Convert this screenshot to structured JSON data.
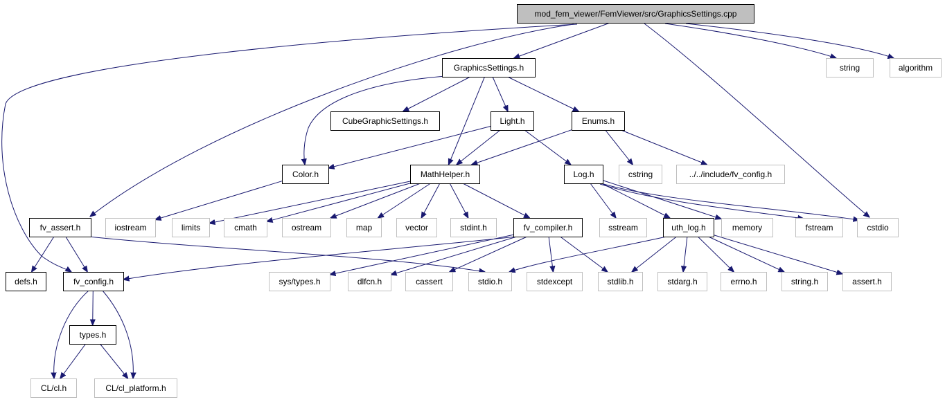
{
  "graph": {
    "colors": {
      "edge": "#191970",
      "root_fill": "#bfbfbf",
      "file_border": "#000000",
      "system_border": "#bfbfbf",
      "text": "#000000"
    },
    "nodes": [
      {
        "id": "root",
        "label": "mod_fem_viewer/FemViewer/src/GraphicsSettings.cpp",
        "kind": "root"
      },
      {
        "id": "graphicssettings",
        "label": "GraphicsSettings.h",
        "kind": "file"
      },
      {
        "id": "string",
        "label": "string",
        "kind": "system"
      },
      {
        "id": "algorithm",
        "label": "algorithm",
        "kind": "system"
      },
      {
        "id": "cubegraphicsettings",
        "label": "CubeGraphicSettings.h",
        "kind": "file"
      },
      {
        "id": "lighth",
        "label": "Light.h",
        "kind": "file"
      },
      {
        "id": "enumsh",
        "label": "Enums.h",
        "kind": "file"
      },
      {
        "id": "colorh",
        "label": "Color.h",
        "kind": "file"
      },
      {
        "id": "mathhelper",
        "label": "MathHelper.h",
        "kind": "file"
      },
      {
        "id": "logh",
        "label": "Log.h",
        "kind": "file"
      },
      {
        "id": "cstring",
        "label": "cstring",
        "kind": "system"
      },
      {
        "id": "fvconfiginc",
        "label": "../../include/fv_config.h",
        "kind": "system"
      },
      {
        "id": "fvassert",
        "label": "fv_assert.h",
        "kind": "file"
      },
      {
        "id": "iostream",
        "label": "iostream",
        "kind": "system"
      },
      {
        "id": "limits",
        "label": "limits",
        "kind": "system"
      },
      {
        "id": "cmath",
        "label": "cmath",
        "kind": "system"
      },
      {
        "id": "ostream",
        "label": "ostream",
        "kind": "system"
      },
      {
        "id": "map",
        "label": "map",
        "kind": "system"
      },
      {
        "id": "vector",
        "label": "vector",
        "kind": "system"
      },
      {
        "id": "stdint",
        "label": "stdint.h",
        "kind": "system"
      },
      {
        "id": "fvcompiler",
        "label": "fv_compiler.h",
        "kind": "file"
      },
      {
        "id": "sstream",
        "label": "sstream",
        "kind": "system"
      },
      {
        "id": "uthlog",
        "label": "uth_log.h",
        "kind": "file"
      },
      {
        "id": "memory",
        "label": "memory",
        "kind": "system"
      },
      {
        "id": "fstream",
        "label": "fstream",
        "kind": "system"
      },
      {
        "id": "cstdio",
        "label": "cstdio",
        "kind": "system"
      },
      {
        "id": "defsh",
        "label": "defs.h",
        "kind": "file"
      },
      {
        "id": "fvconfig",
        "label": "fv_config.h",
        "kind": "file"
      },
      {
        "id": "systypes",
        "label": "sys/types.h",
        "kind": "system"
      },
      {
        "id": "dlfcn",
        "label": "dlfcn.h",
        "kind": "system"
      },
      {
        "id": "cassert",
        "label": "cassert",
        "kind": "system"
      },
      {
        "id": "stdioh",
        "label": "stdio.h",
        "kind": "system"
      },
      {
        "id": "stdexcept",
        "label": "stdexcept",
        "kind": "system"
      },
      {
        "id": "stdlib",
        "label": "stdlib.h",
        "kind": "system"
      },
      {
        "id": "stdarg",
        "label": "stdarg.h",
        "kind": "system"
      },
      {
        "id": "errno",
        "label": "errno.h",
        "kind": "system"
      },
      {
        "id": "stringh",
        "label": "string.h",
        "kind": "system"
      },
      {
        "id": "asserth",
        "label": "assert.h",
        "kind": "system"
      },
      {
        "id": "typesh",
        "label": "types.h",
        "kind": "file"
      },
      {
        "id": "clcl",
        "label": "CL/cl.h",
        "kind": "system"
      },
      {
        "id": "clplatform",
        "label": "CL/cl_platform.h",
        "kind": "system"
      }
    ],
    "edges": [
      [
        "root",
        "graphicssettings"
      ],
      [
        "root",
        "string"
      ],
      [
        "root",
        "algorithm"
      ],
      [
        "root",
        "cstdio"
      ],
      [
        "root",
        "fvassert"
      ],
      [
        "root",
        "fvconfig"
      ],
      [
        "graphicssettings",
        "colorh"
      ],
      [
        "graphicssettings",
        "cubegraphicsettings"
      ],
      [
        "graphicssettings",
        "mathhelper"
      ],
      [
        "graphicssettings",
        "lighth"
      ],
      [
        "graphicssettings",
        "enumsh"
      ],
      [
        "lighth",
        "colorh"
      ],
      [
        "lighth",
        "mathhelper"
      ],
      [
        "lighth",
        "logh"
      ],
      [
        "enumsh",
        "mathhelper"
      ],
      [
        "enumsh",
        "cstring"
      ],
      [
        "enumsh",
        "fvconfiginc"
      ],
      [
        "colorh",
        "iostream"
      ],
      [
        "mathhelper",
        "limits"
      ],
      [
        "mathhelper",
        "cmath"
      ],
      [
        "mathhelper",
        "ostream"
      ],
      [
        "mathhelper",
        "map"
      ],
      [
        "mathhelper",
        "vector"
      ],
      [
        "mathhelper",
        "stdint"
      ],
      [
        "mathhelper",
        "fvcompiler"
      ],
      [
        "logh",
        "sstream"
      ],
      [
        "logh",
        "uthlog"
      ],
      [
        "logh",
        "memory"
      ],
      [
        "logh",
        "fstream"
      ],
      [
        "logh",
        "cstdio"
      ],
      [
        "fvassert",
        "defsh"
      ],
      [
        "fvassert",
        "fvconfig"
      ],
      [
        "fvassert",
        "stdioh"
      ],
      [
        "fvcompiler",
        "fvconfig"
      ],
      [
        "fvcompiler",
        "systypes"
      ],
      [
        "fvcompiler",
        "dlfcn"
      ],
      [
        "fvcompiler",
        "cassert"
      ],
      [
        "fvcompiler",
        "stdexcept"
      ],
      [
        "fvcompiler",
        "stdlib"
      ],
      [
        "uthlog",
        "stdioh"
      ],
      [
        "uthlog",
        "stdlib"
      ],
      [
        "uthlog",
        "stdarg"
      ],
      [
        "uthlog",
        "errno"
      ],
      [
        "uthlog",
        "stringh"
      ],
      [
        "uthlog",
        "asserth"
      ],
      [
        "fvconfig",
        "clcl"
      ],
      [
        "fvconfig",
        "typesh"
      ],
      [
        "fvconfig",
        "clplatform"
      ],
      [
        "typesh",
        "clcl"
      ],
      [
        "typesh",
        "clplatform"
      ]
    ]
  }
}
